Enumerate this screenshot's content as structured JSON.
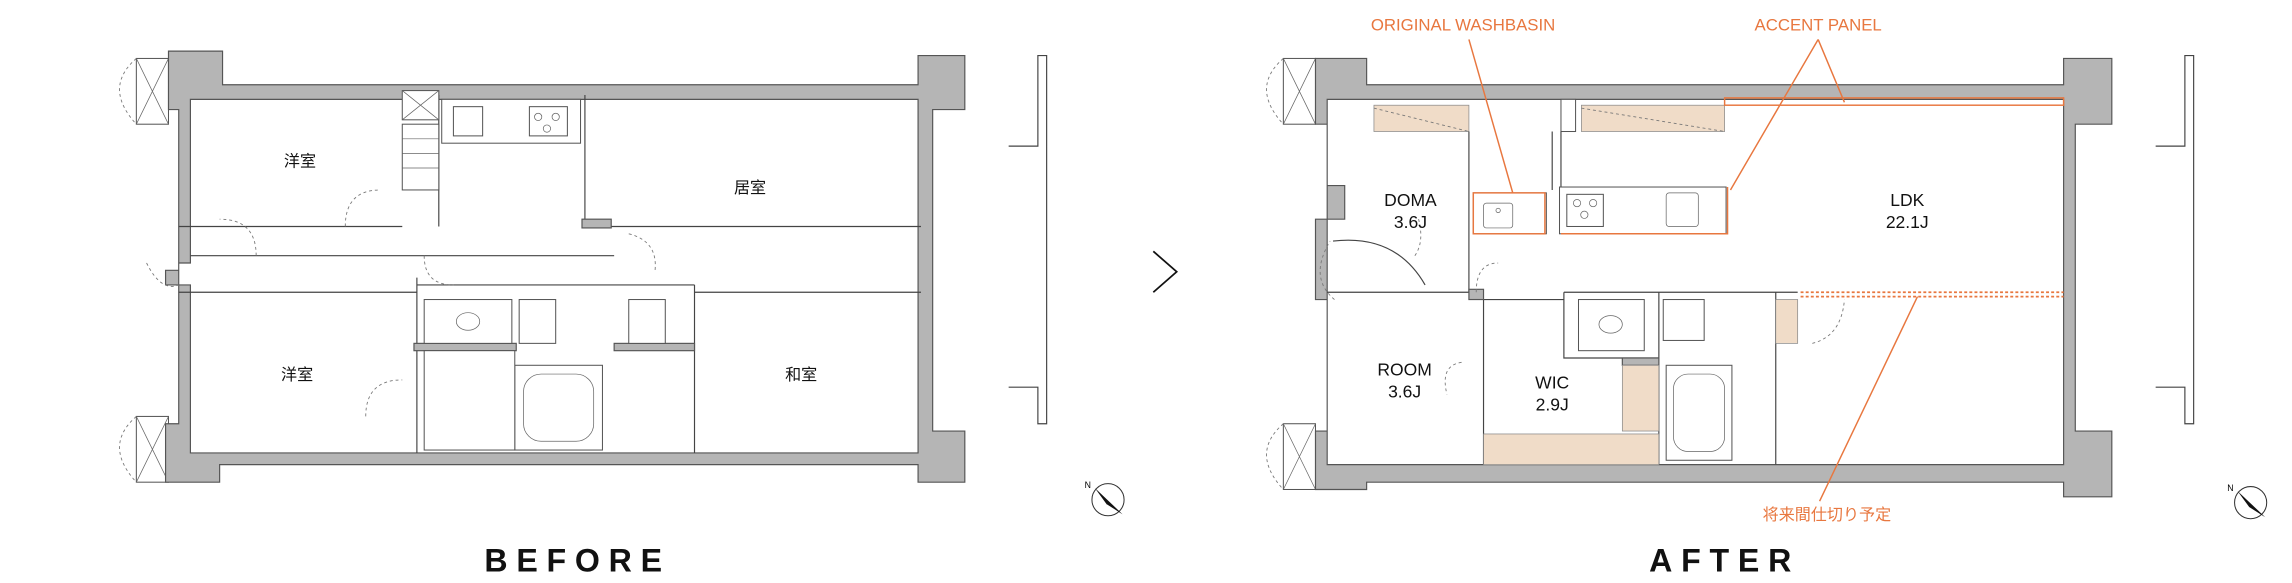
{
  "before": {
    "title": "BEFORE",
    "rooms": [
      {
        "label": "洋室"
      },
      {
        "label": "居室"
      },
      {
        "label": "洋室"
      },
      {
        "label": "和室"
      }
    ],
    "compass_label": "N"
  },
  "transition_icon": "chevron-right-icon",
  "after": {
    "title": "AFTER",
    "rooms": [
      {
        "name": "DOMA",
        "size": "3.6J"
      },
      {
        "name": "LDK",
        "size": "22.1J"
      },
      {
        "name": "ROOM",
        "size": "3.6J"
      },
      {
        "name": "WIC",
        "size": "2.9J"
      }
    ],
    "annotations": {
      "washbasin": "ORIGINAL WASHBASIN",
      "accent_panel": "ACCENT PANEL",
      "future_partition": "将来間仕切り予定"
    },
    "compass_label": "N"
  },
  "colors": {
    "accent": "#e8773f",
    "wall": "#b5b5b5",
    "floor_finish": "#f0dcc8"
  }
}
